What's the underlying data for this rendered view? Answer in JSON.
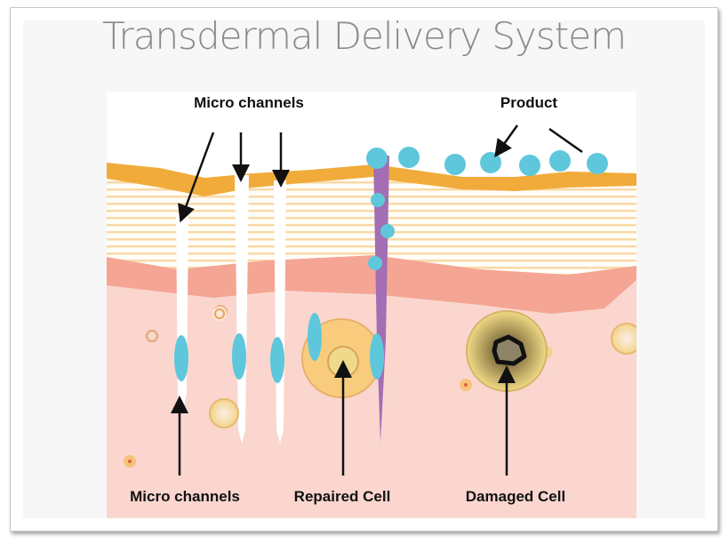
{
  "title": "Transdermal Delivery System",
  "labels": {
    "micro_channels_top": "Micro channels",
    "product": "Product",
    "micro_channels_bottom": "Micro channels",
    "repaired_cell": "Repaired Cell",
    "damaged_cell": "Damaged Cell"
  },
  "colors": {
    "stratum_corneum": "#f0ab3a",
    "epidermis_lines": "#f9d9a6",
    "dermis_upper": "#f5a593",
    "dermis_lower": "#fad6cf",
    "product": "#5fc7dc",
    "delivery_channel": "#a36eb3",
    "cell": "#f8cc7c"
  }
}
